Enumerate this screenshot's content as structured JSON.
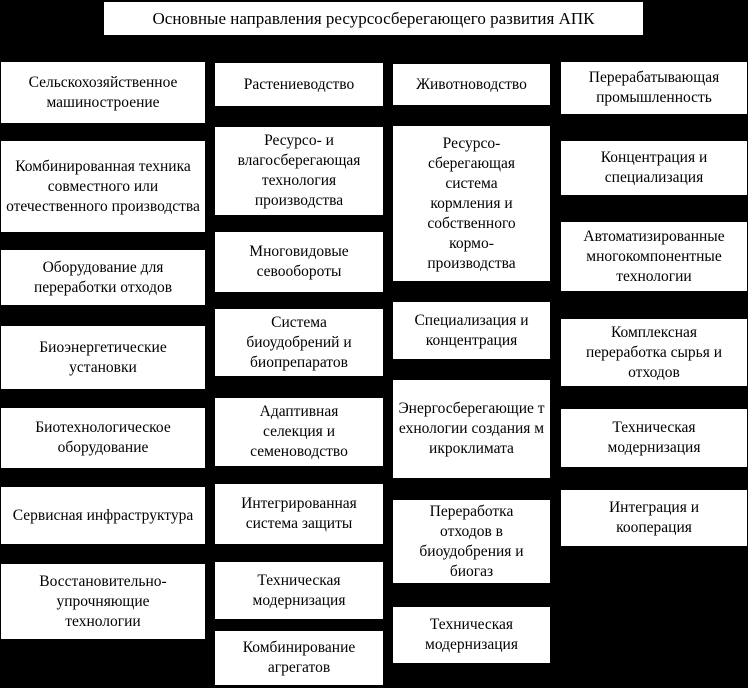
{
  "title": "Основные направления ресурсосберегающего развития АПК",
  "columns": [
    {
      "header": "Сельскохозяйственное машиностроение",
      "items": [
        "Комбинированная техника совместного или отечественного производства",
        "Оборудование для переработки отходов",
        "Биоэнергетические установки",
        "Биотехнологическое оборудование",
        "Сервисная инфраструктура",
        "Восстановительно-упрочняющие технологии"
      ]
    },
    {
      "header": "Растениеводство",
      "items": [
        "Ресурсо- и влагосберегающая технология производства",
        "Многовидовые севообороты",
        "Система биоудобрений и биопрепаратов",
        "Адаптивная селекция и семеноводство",
        "Интегрированная система защиты",
        "Техническая модернизация",
        "Комбинирование агрегатов"
      ]
    },
    {
      "header": "Животноводство",
      "items": [
        "Ресурсо-сберегающая система кормления и собственного кормо-производства",
        "Специализация и концентрация",
        "Энергосберегающие технологии создания микроклимата",
        "Переработка отходов в биоудобрения и биогаз",
        "Техническая модернизация"
      ]
    },
    {
      "header": "Перерабатывающая промышленность",
      "items": [
        "Концентрация и специализация",
        "Автоматизированные многокомпонентные технологии",
        "Комплексная переработка сырья и отходов",
        "Техническая модернизация",
        "Интеграция и кооперация"
      ]
    }
  ]
}
